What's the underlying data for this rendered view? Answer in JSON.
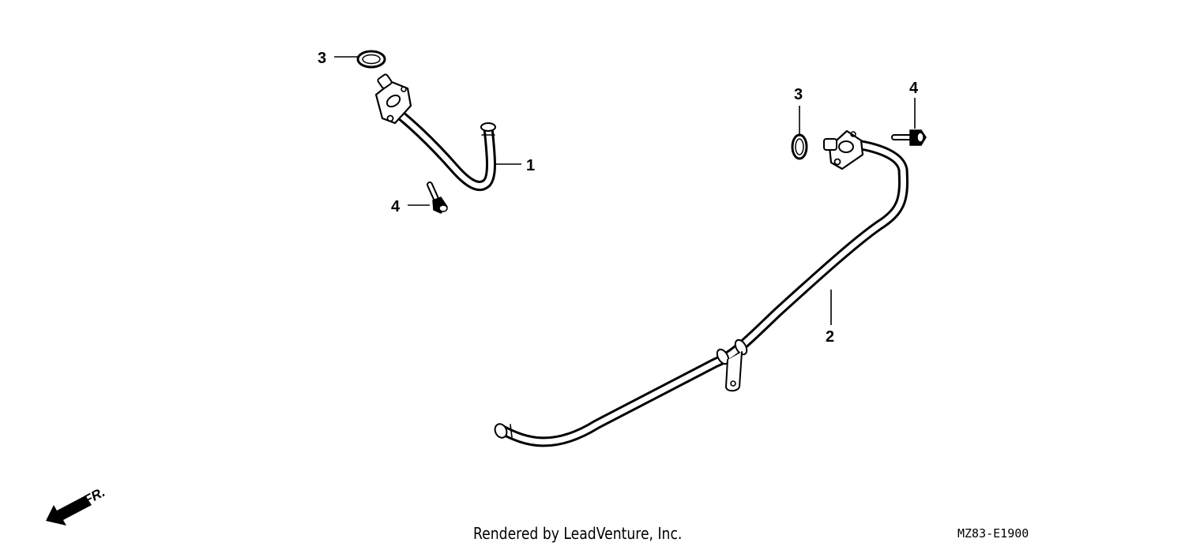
{
  "callouts": {
    "c1": "1",
    "c2": "2",
    "c3_left": "3",
    "c3_right": "3",
    "c4_left": "4",
    "c4_right": "4"
  },
  "direction_label": "FR.",
  "footer": {
    "credit": "Rendered by LeadVenture, Inc.",
    "diagram_code": "MZ83-E1900"
  },
  "icons": [
    "front-direction-arrow-icon"
  ],
  "colors": {
    "line": "#000000",
    "background": "#ffffff"
  }
}
